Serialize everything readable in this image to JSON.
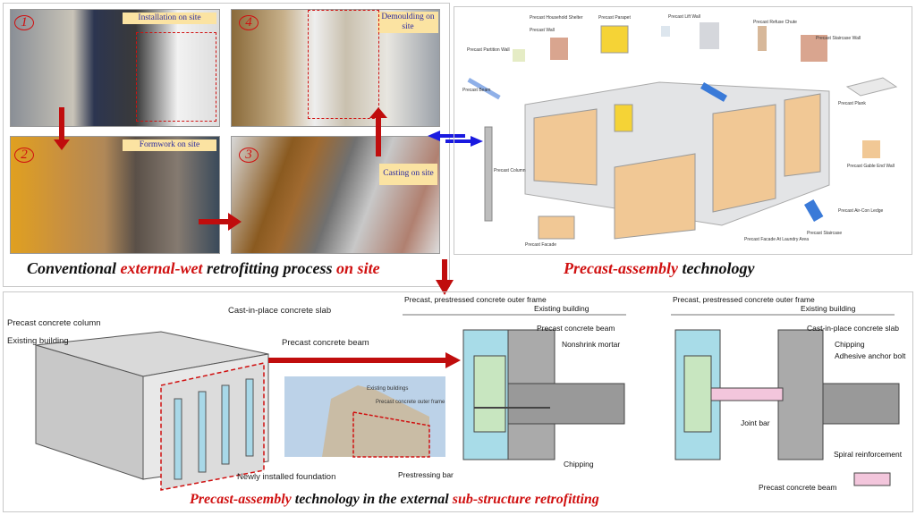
{
  "top_left": {
    "steps": [
      {
        "num": "1",
        "label": "Installation on site"
      },
      {
        "num": "2",
        "label": "Formwork on site"
      },
      {
        "num": "3",
        "label": "Casting on site"
      },
      {
        "num": "4",
        "label": "Demoulding on site"
      }
    ],
    "caption": {
      "a": "Conventional ",
      "b": "external-wet",
      "c": " retrofitting process ",
      "d": "on site"
    }
  },
  "top_right": {
    "labels": [
      "Precast Household Shelter",
      "Precast Parapet",
      "Precast Lift Wall",
      "Precast Refuse Chute",
      "Precast Wall",
      "Precast Staircase Wall",
      "Precast Partition Wall",
      "Precast Beam",
      "Precast Plank",
      "Precast Column",
      "Precast Gable End Wall",
      "Precast Air-Con Ledge",
      "Precast Staircase",
      "Precast Facade",
      "Precast Facade At Laundry Area"
    ],
    "caption": {
      "a": "Precast-assembly",
      "b": " technology"
    }
  },
  "bottom": {
    "left_labels": [
      "Precast concrete column",
      "Existing building",
      "Cast-in-place concrete slab",
      "Precast concrete beam",
      "Newly installed foundation"
    ],
    "photo_labels": [
      "Existing buildings",
      "Precast concrete outer frame"
    ],
    "detail1": {
      "frame": "Precast, prestressed concrete outer frame",
      "existing": "Existing building",
      "labels": [
        "Precast concrete beam",
        "Nonshrink mortar",
        "Chipping",
        "Prestressing bar"
      ]
    },
    "detail2": {
      "frame": "Precast, prestressed concrete outer frame",
      "existing": "Existing building",
      "labels": [
        "Cast-in-place concrete slab",
        "Chipping",
        "Adhesive anchor bolt",
        "Joint bar",
        "Spiral reinforcement",
        "Precast concrete beam"
      ]
    },
    "caption": {
      "a": "Precast-assembly",
      "b": " technology in the external ",
      "c": "sub-structure retrofitting"
    }
  },
  "colors": {
    "accent_red": "#d01010",
    "arrow_blue": "#1a1ae0",
    "tag_bg": "#fbe3a2"
  }
}
